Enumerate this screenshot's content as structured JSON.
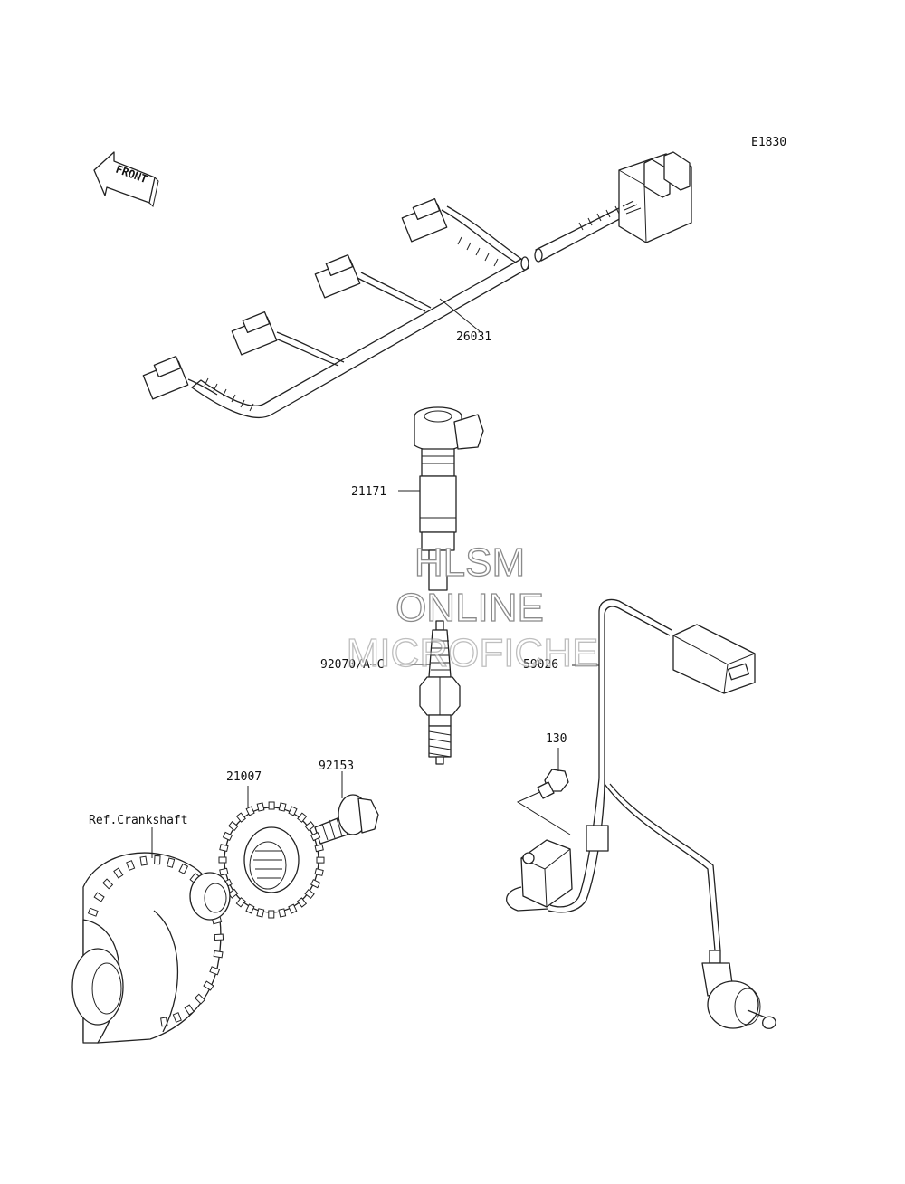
{
  "diagram_code": "E1830",
  "front_arrow": {
    "text": "FRONT",
    "icon": "front-arrow-icon"
  },
  "parts": [
    {
      "number": "26031"
    },
    {
      "number": "21171"
    },
    {
      "number": "92070/A~C"
    },
    {
      "number": "59026"
    },
    {
      "number": "130"
    },
    {
      "number": "92153"
    },
    {
      "number": "21007"
    }
  ],
  "reference": "Ref.Crankshaft",
  "watermark": {
    "line1": "HLSM",
    "line2": "ONLINE",
    "line3": "MICROFICHE"
  }
}
